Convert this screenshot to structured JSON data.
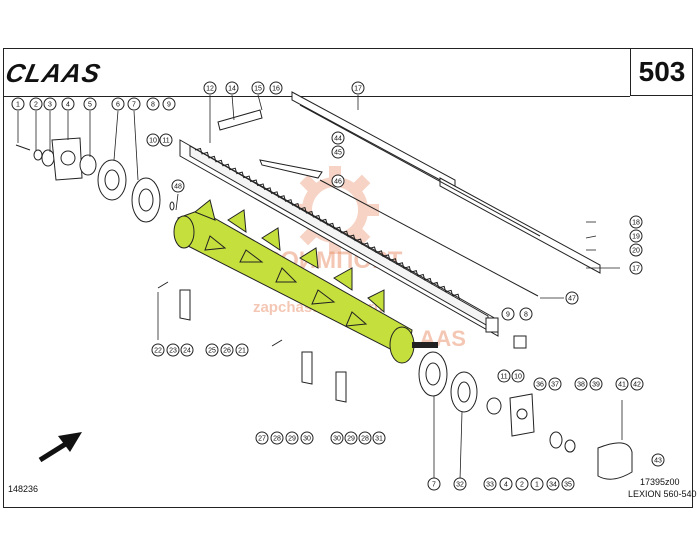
{
  "header": {
    "brand": "CLAAS",
    "page_number": "503"
  },
  "footer": {
    "left_code": "148236",
    "drawing_code": "17395z00",
    "model": "LEXION 560-540"
  },
  "watermark": {
    "line1": "АГРОИМПОРТ",
    "line2": "zapchasti-claas.ru"
  },
  "colors": {
    "auger": "#c5e03c",
    "watermark": "#e8845a",
    "line": "#222222"
  },
  "callouts_top": [
    "1",
    "2",
    "3",
    "4",
    "5",
    "6",
    "7",
    "8",
    "9",
    "10",
    "11",
    "12",
    "14",
    "15",
    "16",
    "17",
    "44",
    "45",
    "46",
    "48"
  ],
  "callouts_right": [
    "18",
    "19",
    "20",
    "17",
    "47",
    "9",
    "8",
    "10",
    "11"
  ],
  "callouts_bottom": [
    "22",
    "23",
    "24",
    "25",
    "26",
    "21",
    "27",
    "28",
    "29",
    "30",
    "30",
    "29",
    "28",
    "31",
    "7",
    "32",
    "33",
    "4",
    "2",
    "1",
    "34",
    "35",
    "36",
    "37",
    "38",
    "39",
    "41",
    "42",
    "43"
  ]
}
